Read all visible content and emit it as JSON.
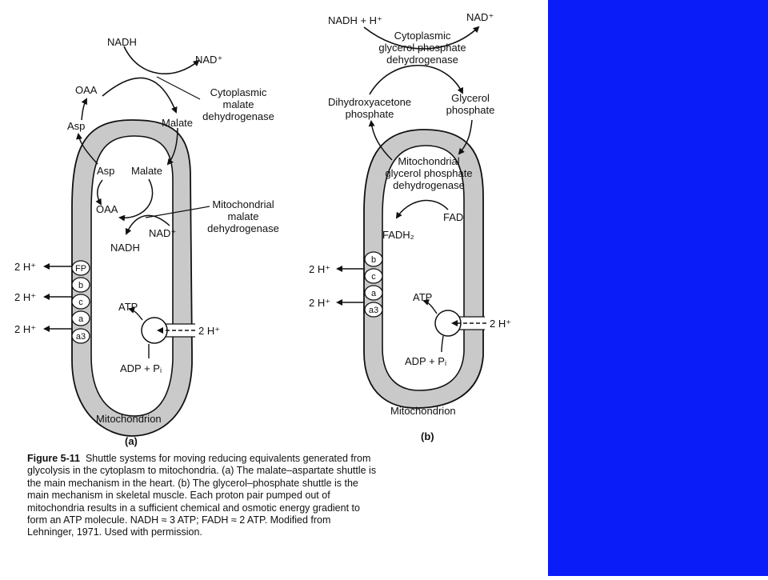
{
  "colors": {
    "panel_right": "#0a1cf8",
    "membrane": "#c9c9c9",
    "ink": "#111111"
  },
  "panel_a": {
    "letter": "(a)",
    "nadh_top": "NADH",
    "nad_top": "NAD⁺",
    "cyto_enzyme": [
      "Cytoplasmic",
      "malate",
      "dehydrogenase"
    ],
    "oaa_out": "OAA",
    "asp_out": "Asp",
    "malate_out": "Malate",
    "asp_in": "Asp",
    "malate_in": "Malate",
    "oaa_in": "OAA",
    "nadh_in": "NADH",
    "nad_in": "NAD⁺",
    "mito_enzyme": [
      "Mitochondrial",
      "malate",
      "dehydrogenase"
    ],
    "chain": [
      "FP",
      "b",
      "c",
      "a",
      "a3"
    ],
    "proton_labels": [
      "2 H⁺",
      "2 H⁺",
      "2 H⁺"
    ],
    "atp": "ATP",
    "adp": "ADP + Pᵢ",
    "proton_in": "2 H⁺",
    "name": "Mitochondrion"
  },
  "panel_b": {
    "letter": "(b)",
    "nadh_top": "NADH + H⁺",
    "nad_top": "NAD⁺",
    "cyto_enzyme": [
      "Cytoplasmic",
      "glycerol phosphate",
      "dehydrogenase"
    ],
    "dhap": [
      "Dihydroxyacetone",
      "phosphate"
    ],
    "g3p": [
      "Glycerol",
      "phosphate"
    ],
    "mito_enzyme": [
      "Mitochondrial",
      "glycerol phosphate",
      "dehydrogenase"
    ],
    "fad": "FAD",
    "fadh2": "FADH₂",
    "chain": [
      "b",
      "c",
      "a",
      "a3"
    ],
    "proton_labels": [
      "2 H⁺",
      "2 H⁺"
    ],
    "atp": "ATP",
    "adp": "ADP + Pᵢ",
    "proton_in": "2 H⁺",
    "name": "Mitochondrion"
  },
  "caption": {
    "label": "Figure 5-11",
    "text": "Shuttle systems for moving reducing equivalents generated from glycolysis in the cytoplasm to mitochondria. (a) The malate–aspartate shuttle is the main mechanism in the heart. (b) The glycerol–phosphate shuttle is the main mechanism in skeletal muscle. Each proton pair pumped out of mitochondria results in a sufficient chemical and osmotic energy gradient to form an ATP molecule. NADH ≈ 3 ATP; FADH ≈ 2 ATP. Modified from Lehninger, 1971. Used with permission."
  }
}
